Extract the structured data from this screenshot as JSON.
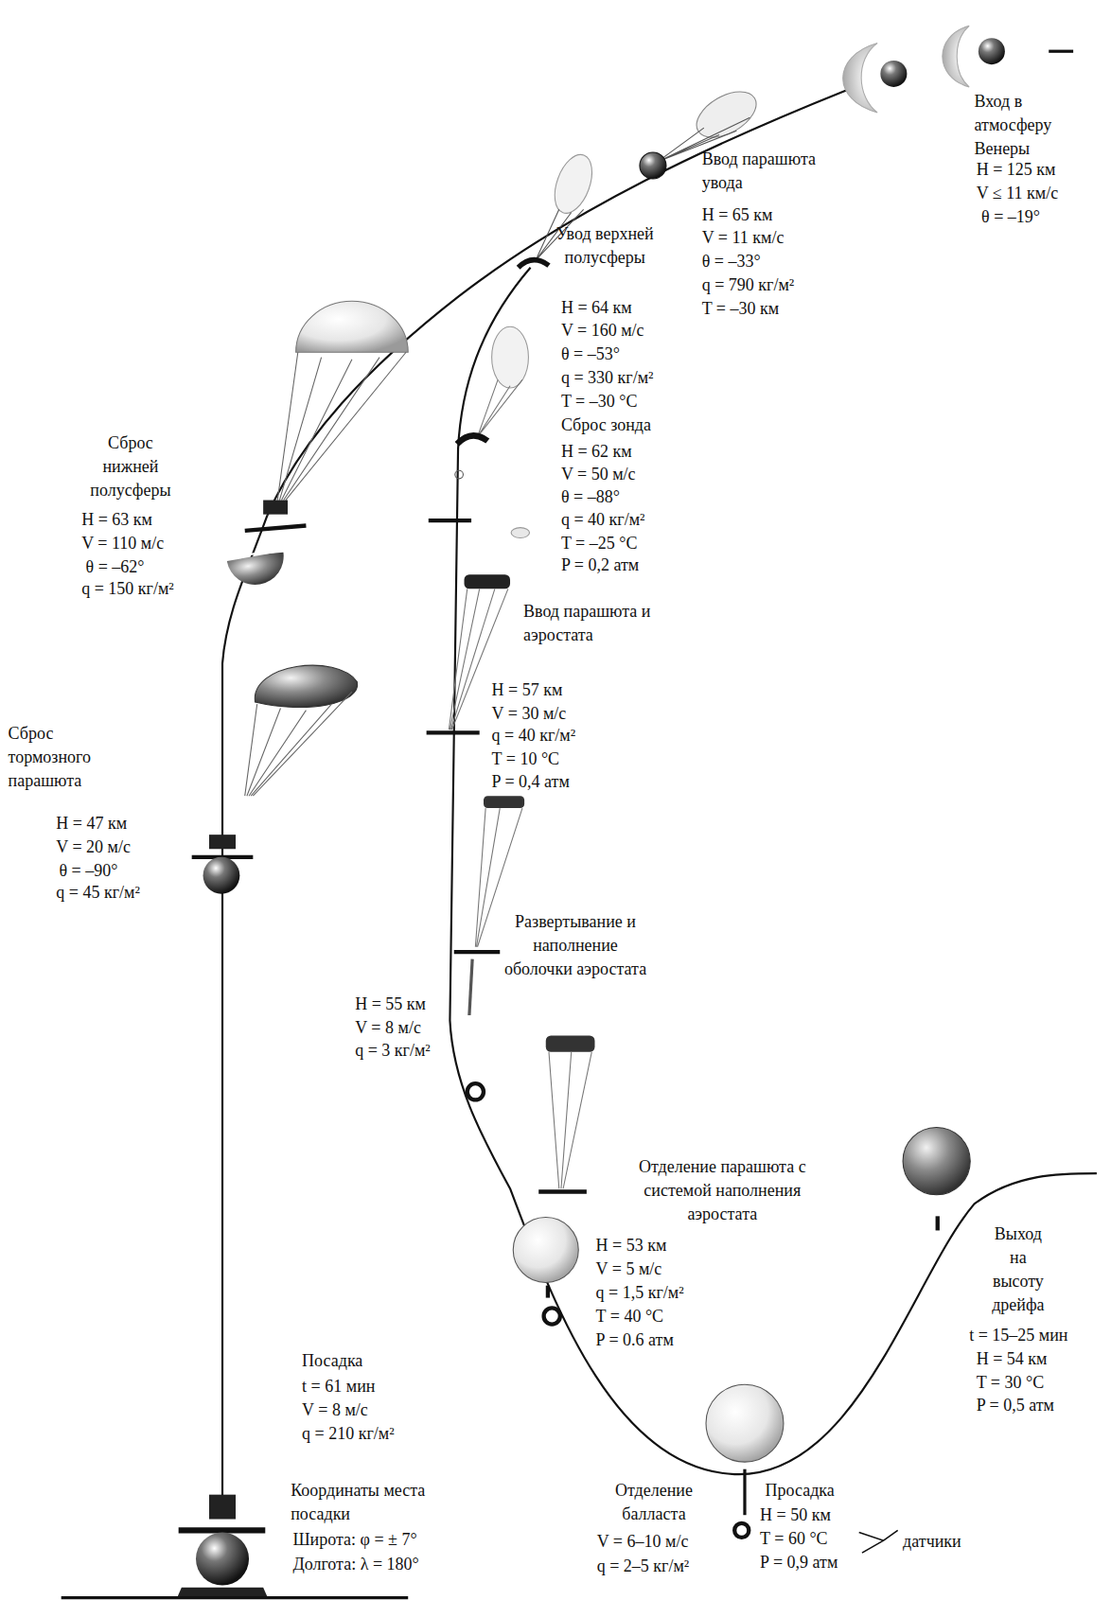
{
  "diagram": {
    "labels": [
      "Вход в атмосферу Венеры",
      "H = 125 км",
      "V ≤ 11 км/с",
      "θ = –19°",
      "Ввод парашюта увода",
      "H = 65 км",
      "V = 11 км/с",
      "θ = –33°",
      "q = 790 кг/м²",
      "T = –30 км",
      "Увод верхней полусферы",
      "H = 64 км",
      "V = 160 м/с",
      "θ = –53°",
      "q = 330 кг/м²",
      "T = –30 °C",
      "Сброс зонда",
      "H = 62 км",
      "V = 50 м/с",
      "θ = –88°",
      "q = 40 кг/м²",
      "T = –25 °C",
      "P = 0,2 атм",
      "Сброс нижней полусферы",
      "H = 63 км",
      "V = 110 м/с",
      "θ = –62°",
      "q = 150 кг/м²",
      "Ввод парашюта и аэростата",
      "H = 57 км",
      "V = 30 м/с",
      "q = 40 кг/м²",
      "T = 10 °C",
      "P = 0,4 атм",
      "Сброс тормозного парашюта",
      "H = 47 км",
      "V = 20 м/с",
      "θ = –90°",
      "q = 45 кг/м²",
      "Развертывание и наполнение оболочки аэростата",
      "H = 55 км",
      "V = 8 м/с",
      "q = 3 кг/м²",
      "Отделение парашюта с системой наполнения аэростата",
      "H = 53 км",
      "V = 5 м/с",
      "q = 1,5 кг/м²",
      "T = 40 °C",
      "P = 0.6 атм",
      "Выход на высоту дрейфа",
      "t = 15–25 мин",
      "H = 54 км",
      "T = 30 °C",
      "P = 0,5 атм",
      "Посадка",
      "t = 61 мин",
      "V = 8 м/с",
      "q = 210 кг/м²",
      "Координаты места посадки",
      "Широта: φ = ± 7°",
      "Долгота: λ = 180°",
      "Отделение балласта",
      "V = 6–10 м/с",
      "q = 2–5 кг/м²",
      "Просадка",
      "H = 50 км",
      "T = 60 °C",
      "P = 0,9 атм",
      "датчики"
    ]
  }
}
